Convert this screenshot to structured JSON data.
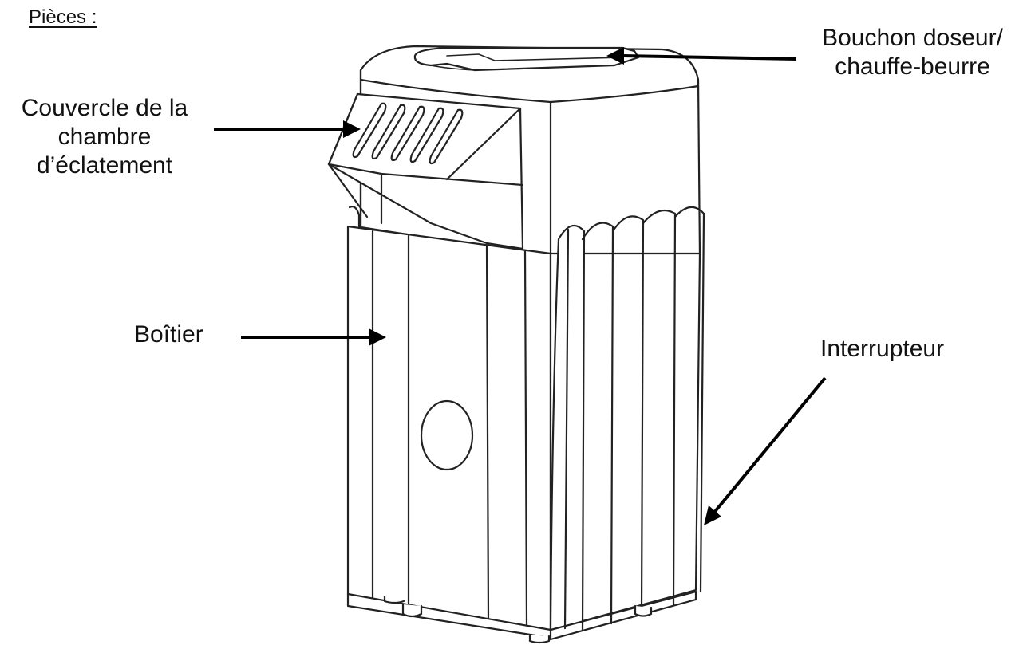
{
  "heading": "Pièces :",
  "labels": {
    "couvercle": [
      "Couvercle de la",
      "chambre",
      "d’éclatement"
    ],
    "bouchon": [
      "Bouchon doseur/",
      "chauffe-beurre"
    ],
    "boitier": "Boîtier",
    "interrupteur": "Interrupteur"
  },
  "colors": {
    "line": "#222222",
    "background": "#ffffff"
  }
}
